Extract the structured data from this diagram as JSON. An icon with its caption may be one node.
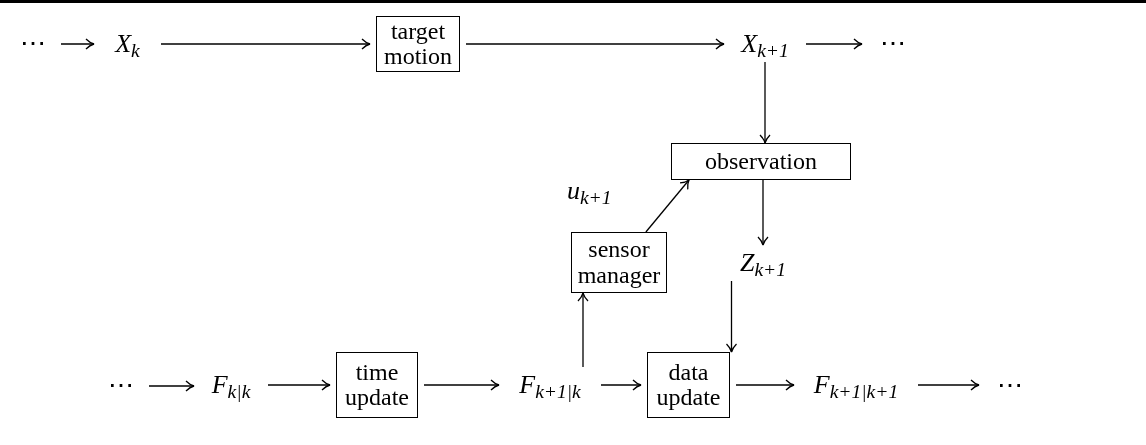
{
  "diagram": {
    "nodes": [
      {
        "text": [
          "⋯"
        ]
      },
      {
        "text": [
          "*X*$_{k}$"
        ]
      },
      {
        "text": [
          "target motion"
        ]
      },
      {
        "text": [
          "*X*$_{k+1}$"
        ]
      },
      {
        "text": [
          "⋯"
        ]
      },
      {
        "text": [
          "observation"
        ]
      },
      {
        "text": [
          "sensor manager"
        ]
      },
      {
        "text": [
          "*Z*$_{k+1}$"
        ]
      },
      {
        "text": [
          "⋯"
        ]
      },
      {
        "text": [
          "*F*$_{k|k}$"
        ]
      },
      {
        "text": [
          "time update"
        ]
      },
      {
        "text": [
          "*F*$_{k+1|k}$"
        ]
      },
      {
        "text": [
          "data update"
        ]
      },
      {
        "text": [
          "*F*$_{k+1|k+1}$"
        ]
      },
      {
        "text": [
          "⋯"
        ]
      }
    ],
    "edges": [
      {
        "from": 0,
        "to": 1,
        "arrow": "to"
      },
      {
        "from": 1,
        "to": 2,
        "arrow": "to"
      },
      {
        "from": 2,
        "to": 3,
        "arrow": "to"
      },
      {
        "from": 3,
        "to": 4,
        "arrow": "to"
      },
      {
        "from": 3,
        "to": 5,
        "arrow": "to"
      },
      {
        "from": 6,
        "to": 5,
        "arrow": "to",
        "label": "*u*$_{k+1}$"
      },
      {
        "from": 5,
        "to": 7,
        "arrow": "to"
      },
      {
        "from": 7,
        "to": 12,
        "arrow": "to"
      },
      {
        "from": 8,
        "to": 9,
        "arrow": "to"
      },
      {
        "from": 9,
        "to": 10,
        "arrow": "to"
      },
      {
        "from": 10,
        "to": 11,
        "arrow": "to"
      },
      {
        "from": 11,
        "to": 12,
        "arrow": "to"
      },
      {
        "from": 12,
        "to": 13,
        "arrow": "to"
      },
      {
        "from": 13,
        "to": 14,
        "arrow": "to"
      },
      {
        "from": 11,
        "to": 6,
        "arrow": "to"
      }
    ]
  }
}
